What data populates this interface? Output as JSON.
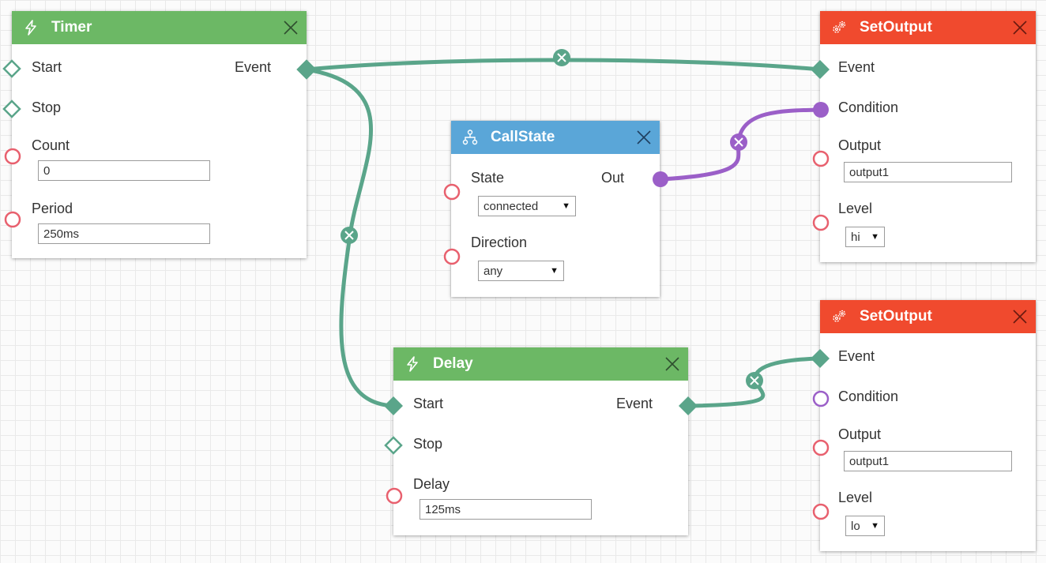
{
  "colors": {
    "green_header": "#6cb865",
    "blue_header": "#5aa6d8",
    "red_header": "#f04a2e",
    "event_wire": "#5aa58a",
    "condition_wire": "#9b5fc8",
    "input_port": "#e8606e"
  },
  "nodes": {
    "timer": {
      "title": "Timer",
      "icon": "lightning-icon",
      "inputs": {
        "start": "Start",
        "stop": "Stop",
        "count": "Count",
        "period": "Period"
      },
      "outputs": {
        "event": "Event"
      },
      "values": {
        "count": "0",
        "period": "250ms"
      }
    },
    "callstate": {
      "title": "CallState",
      "icon": "sitemap-icon",
      "inputs": {
        "state": "State",
        "direction": "Direction"
      },
      "outputs": {
        "out": "Out"
      },
      "values": {
        "state": "connected",
        "direction": "any"
      }
    },
    "delay": {
      "title": "Delay",
      "icon": "lightning-icon",
      "inputs": {
        "start": "Start",
        "stop": "Stop",
        "delay": "Delay"
      },
      "outputs": {
        "event": "Event"
      },
      "values": {
        "delay": "125ms"
      }
    },
    "setoutput1": {
      "title": "SetOutput",
      "icon": "gears-icon",
      "inputs": {
        "event": "Event",
        "condition": "Condition",
        "output": "Output",
        "level": "Level"
      },
      "values": {
        "output": "output1",
        "level": "hi"
      }
    },
    "setoutput2": {
      "title": "SetOutput",
      "icon": "gears-icon",
      "inputs": {
        "event": "Event",
        "condition": "Condition",
        "output": "Output",
        "level": "Level"
      },
      "values": {
        "output": "output1",
        "level": "lo"
      }
    }
  },
  "connections": [
    {
      "from": "Timer.Event",
      "to": "SetOutput.Event",
      "type": "event"
    },
    {
      "from": "Timer.Event",
      "to": "Delay.Start",
      "type": "event"
    },
    {
      "from": "CallState.Out",
      "to": "SetOutput.Condition",
      "type": "condition"
    },
    {
      "from": "Delay.Event",
      "to": "SetOutput.Event",
      "type": "event"
    }
  ]
}
